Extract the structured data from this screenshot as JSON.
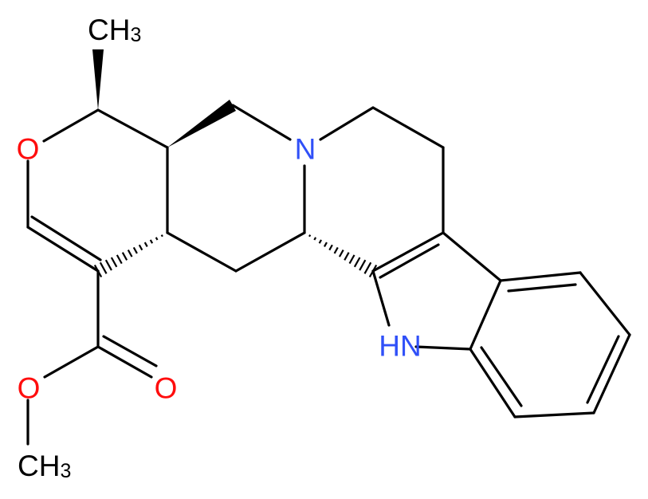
{
  "colors": {
    "bond": "#000000",
    "carbon": "#000000",
    "oxygen": "#ff0d0d",
    "nitrogen": "#3050f8"
  },
  "labels": {
    "methyl_top": {
      "main": "CH",
      "sub": "3"
    },
    "ring_oxygen": "O",
    "nitrogen": "N",
    "nh": "HN",
    "carbonyl_oxygen": "O",
    "ester_oxygen": "O",
    "methyl_bottom": {
      "main": "CH",
      "sub": "3"
    }
  }
}
